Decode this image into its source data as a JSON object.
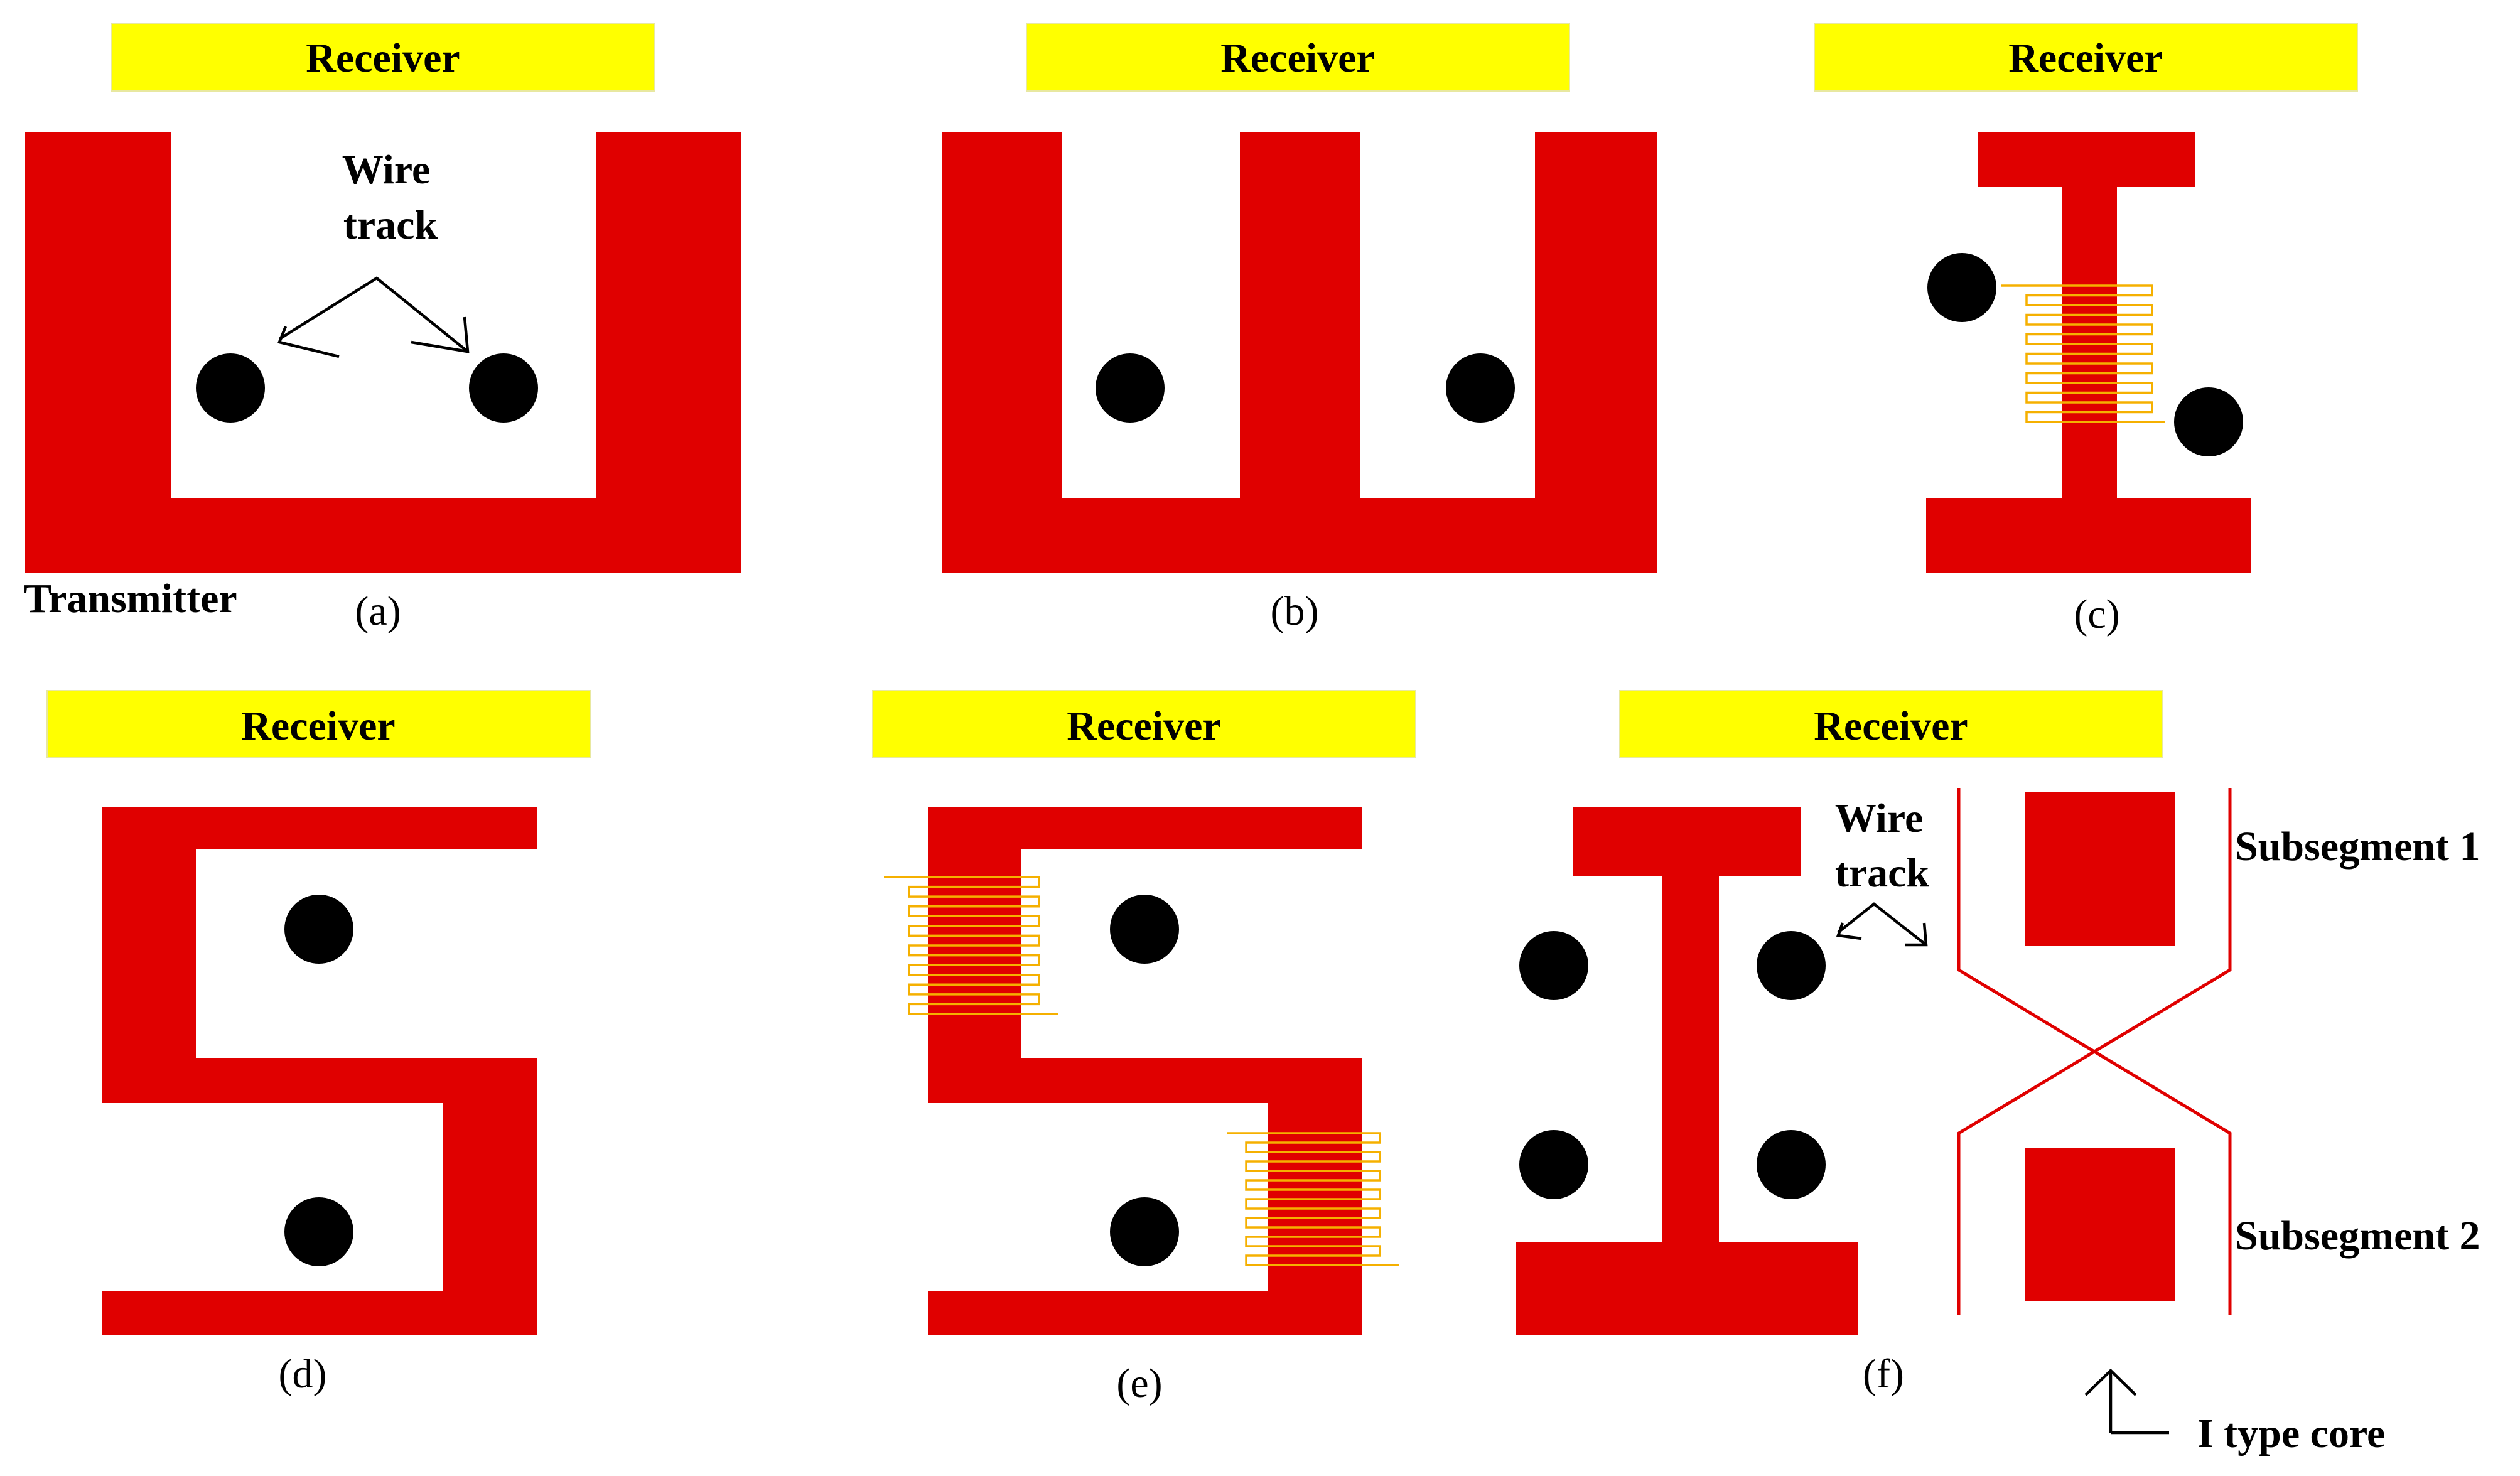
{
  "receiver_label": "Receiver",
  "transmitter_label": "Transmitter",
  "wire_track_label": {
    "line1": "Wire",
    "line2": "track"
  },
  "captions": [
    "(a)",
    "(b)",
    "(c)",
    "(d)",
    "(e)",
    "(f)"
  ],
  "subsegment_labels": [
    "Subsegment 1",
    "Subsegment 2"
  ],
  "i_type_core_label": "I type core",
  "colors": {
    "core": "#e00000",
    "receiver": "#ffff00",
    "coil": "#f5b000",
    "pole": "#000000"
  }
}
